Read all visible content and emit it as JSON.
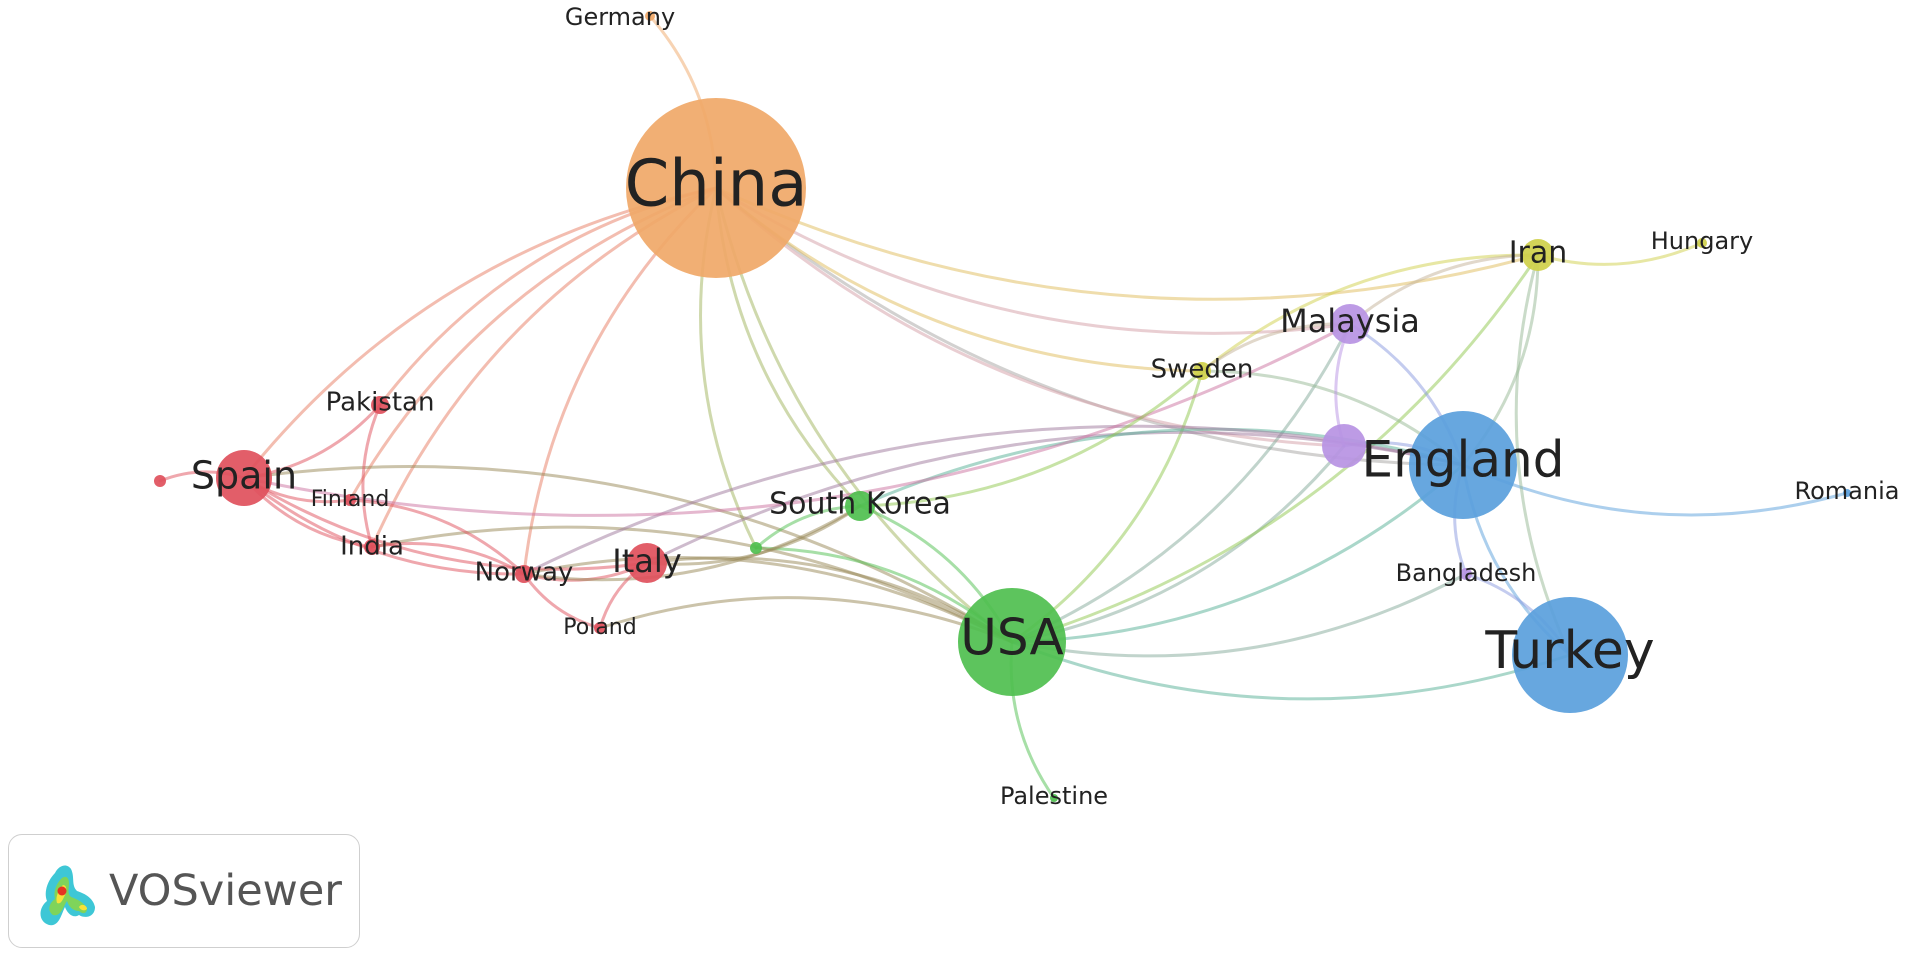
{
  "network": {
    "nodes": [
      {
        "id": "china",
        "label": "China",
        "cluster": "orange"
      },
      {
        "id": "germany",
        "label": "Germany",
        "cluster": "orange"
      },
      {
        "id": "usa",
        "label": "USA",
        "cluster": "green"
      },
      {
        "id": "south_korea",
        "label": "South Korea",
        "cluster": "green"
      },
      {
        "id": "palestine",
        "label": "Palestine",
        "cluster": "green"
      },
      {
        "id": "green_small",
        "label": "",
        "cluster": "green"
      },
      {
        "id": "england",
        "label": "England",
        "cluster": "blue"
      },
      {
        "id": "turkey",
        "label": "Turkey",
        "cluster": "blue"
      },
      {
        "id": "romania",
        "label": "Romania",
        "cluster": "blue"
      },
      {
        "id": "spain",
        "label": "Spain",
        "cluster": "red"
      },
      {
        "id": "pakistan",
        "label": "Pakistan",
        "cluster": "red"
      },
      {
        "id": "finland",
        "label": "Finland",
        "cluster": "red"
      },
      {
        "id": "india",
        "label": "India",
        "cluster": "red"
      },
      {
        "id": "norway",
        "label": "Norway",
        "cluster": "red"
      },
      {
        "id": "italy",
        "label": "Italy",
        "cluster": "red"
      },
      {
        "id": "poland",
        "label": "Poland",
        "cluster": "red"
      },
      {
        "id": "red_small",
        "label": "",
        "cluster": "red"
      },
      {
        "id": "iran",
        "label": "Iran",
        "cluster": "yellow"
      },
      {
        "id": "hungary",
        "label": "Hungary",
        "cluster": "yellow"
      },
      {
        "id": "sweden",
        "label": "Sweden",
        "cluster": "yellow"
      },
      {
        "id": "malaysia",
        "label": "Malaysia",
        "cluster": "purple"
      },
      {
        "id": "purple_unlabeled",
        "label": "",
        "cluster": "purple"
      },
      {
        "id": "bangladesh",
        "label": "Bangladesh",
        "cluster": "purple"
      }
    ],
    "links": [
      [
        "china",
        "germany"
      ],
      [
        "china",
        "usa"
      ],
      [
        "china",
        "england"
      ],
      [
        "china",
        "iran"
      ],
      [
        "china",
        "sweden"
      ],
      [
        "china",
        "malaysia"
      ],
      [
        "china",
        "spain"
      ],
      [
        "china",
        "pakistan"
      ],
      [
        "china",
        "india"
      ],
      [
        "china",
        "norway"
      ],
      [
        "china",
        "south_korea"
      ],
      [
        "china",
        "purple_unlabeled"
      ],
      [
        "china",
        "green_small"
      ],
      [
        "china",
        "finland"
      ],
      [
        "usa",
        "england"
      ],
      [
        "usa",
        "turkey"
      ],
      [
        "usa",
        "south_korea"
      ],
      [
        "usa",
        "italy"
      ],
      [
        "usa",
        "norway"
      ],
      [
        "usa",
        "spain"
      ],
      [
        "usa",
        "palestine"
      ],
      [
        "usa",
        "sweden"
      ],
      [
        "usa",
        "malaysia"
      ],
      [
        "usa",
        "purple_unlabeled"
      ],
      [
        "usa",
        "poland"
      ],
      [
        "usa",
        "iran"
      ],
      [
        "usa",
        "bangladesh"
      ],
      [
        "usa",
        "green_small"
      ],
      [
        "usa",
        "india"
      ],
      [
        "england",
        "turkey"
      ],
      [
        "england",
        "romania"
      ],
      [
        "england",
        "iran"
      ],
      [
        "england",
        "malaysia"
      ],
      [
        "england",
        "sweden"
      ],
      [
        "england",
        "bangladesh"
      ],
      [
        "england",
        "purple_unlabeled"
      ],
      [
        "england",
        "italy"
      ],
      [
        "england",
        "south_korea"
      ],
      [
        "england",
        "norway"
      ],
      [
        "iran",
        "hungary"
      ],
      [
        "iran",
        "sweden"
      ],
      [
        "iran",
        "malaysia"
      ],
      [
        "iran",
        "turkey"
      ],
      [
        "spain",
        "pakistan"
      ],
      [
        "spain",
        "india"
      ],
      [
        "spain",
        "norway"
      ],
      [
        "spain",
        "finland"
      ],
      [
        "spain",
        "red_small"
      ],
      [
        "spain",
        "italy"
      ],
      [
        "spain",
        "malaysia"
      ],
      [
        "norway",
        "italy"
      ],
      [
        "norway",
        "poland"
      ],
      [
        "norway",
        "south_korea"
      ],
      [
        "norway",
        "finland"
      ],
      [
        "norway",
        "india"
      ],
      [
        "italy",
        "south_korea"
      ],
      [
        "italy",
        "poland"
      ],
      [
        "malaysia",
        "purple_unlabeled"
      ],
      [
        "malaysia",
        "sweden"
      ],
      [
        "south_korea",
        "sweden"
      ],
      [
        "south_korea",
        "green_small"
      ],
      [
        "pakistan",
        "india"
      ],
      [
        "turkey",
        "bangladesh"
      ]
    ]
  },
  "colors": {
    "orange": "#f0a868",
    "green": "#4fbf4f",
    "blue": "#5a9fdc",
    "red": "#e0505c",
    "yellow": "#cfd04a",
    "purple": "#b792e3"
  },
  "logo": {
    "text": "VOSviewer",
    "icon": "vosviewer-logo-icon"
  }
}
